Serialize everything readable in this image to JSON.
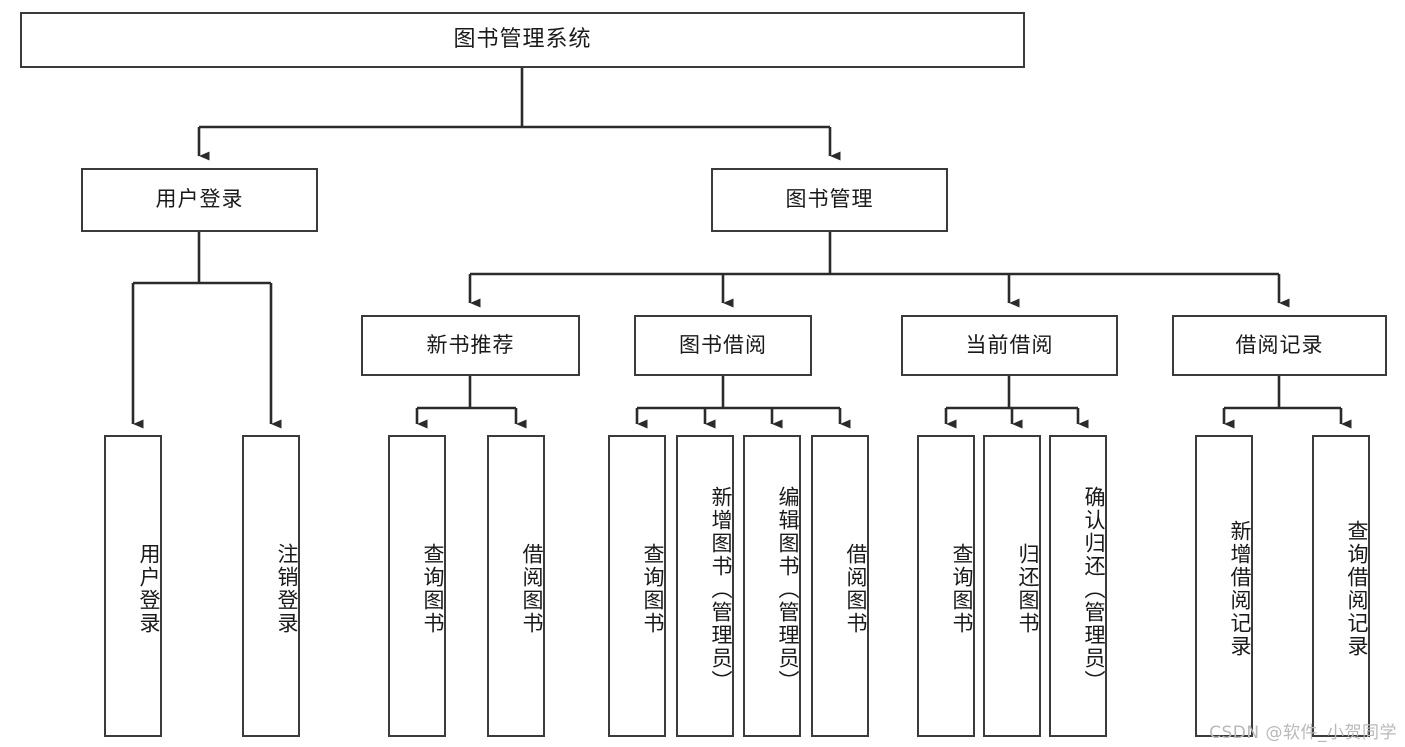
{
  "diagram": {
    "title": "图书管理系统",
    "type": "tree",
    "colors": {
      "stroke": "#3b3b3b",
      "fill": "#ffffff",
      "text": "#1a1a1a",
      "watermark": "#b9b9b9"
    },
    "root": {
      "label": "图书管理系统"
    },
    "level2": [
      {
        "label": "用户登录"
      },
      {
        "label": "图书管理"
      }
    ],
    "level3": [
      {
        "label": "新书推荐"
      },
      {
        "label": "图书借阅"
      },
      {
        "label": "当前借阅"
      },
      {
        "label": "借阅记录"
      }
    ],
    "leaves": {
      "user_login": [
        {
          "label": "用户登录"
        },
        {
          "label": "注销登录"
        }
      ],
      "new_book_recommend": [
        {
          "label": "查询图书"
        },
        {
          "label": "借阅图书"
        }
      ],
      "book_borrow": [
        {
          "label": "查询图书"
        },
        {
          "label": "新增图书（管理员）"
        },
        {
          "label": "编辑图书（管理员）"
        },
        {
          "label": "借阅图书"
        }
      ],
      "current_borrow": [
        {
          "label": "查询图书"
        },
        {
          "label": "归还图书"
        },
        {
          "label": "确认归还（管理员）"
        }
      ],
      "borrow_record": [
        {
          "label": "新增借阅记录"
        },
        {
          "label": "查询借阅记录"
        }
      ]
    },
    "watermark": "CSDN @软件_小贺同学"
  }
}
